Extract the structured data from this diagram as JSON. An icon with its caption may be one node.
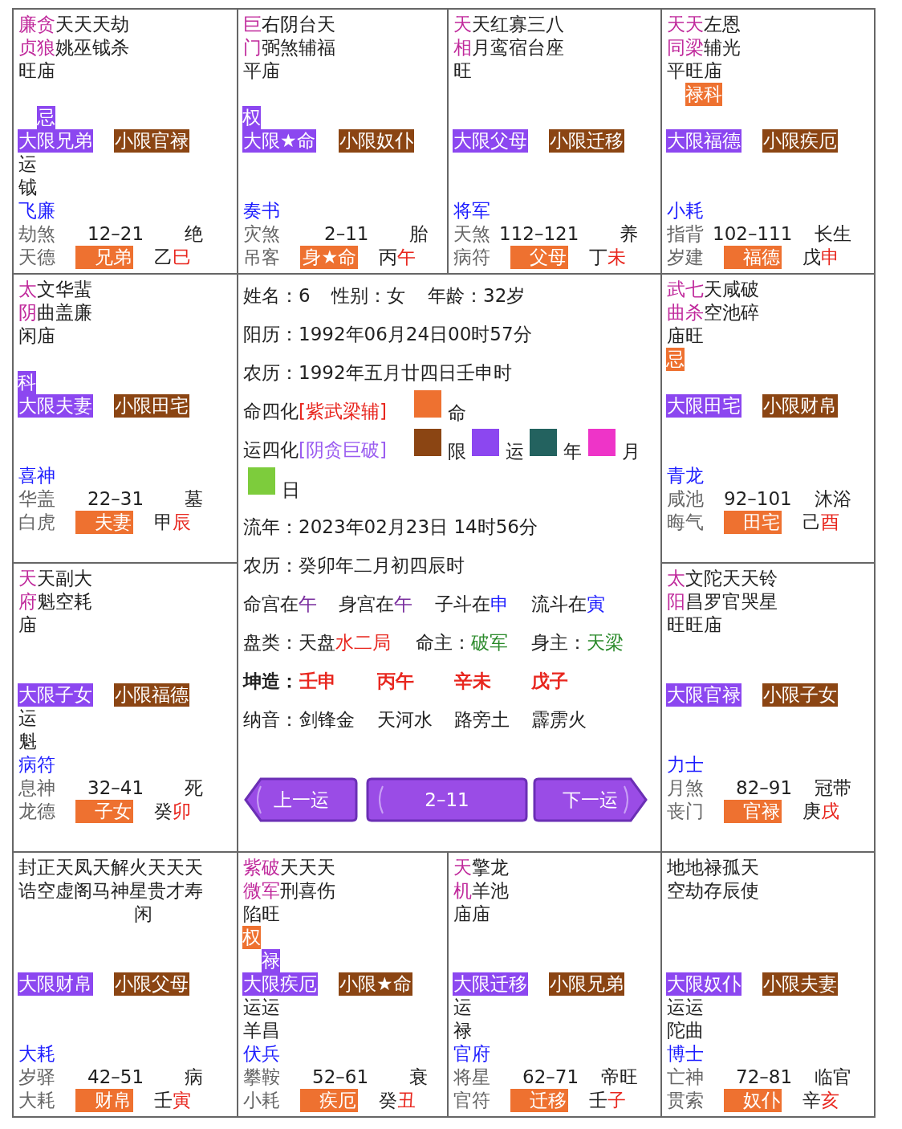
{
  "diagram": {
    "nodes": [
      {
        "text": [
          "廉贪",
          "天天天劫",
          "贞狼",
          "姚巫钺杀",
          "旺庙",
          "运",
          "钺",
          "飞廉",
          "劫煞",
          "12–21",
          "绝",
          "天德",
          "乙",
          "巳"
        ]
      },
      {
        "text": [
          "忌"
        ],
        "in": 0
      },
      {
        "text": [
          "大限兄弟"
        ],
        "in": 0
      },
      {
        "text": [
          "小限官禄"
        ],
        "in": 0
      },
      {
        "text": [
          "兄弟"
        ],
        "in": 0
      },
      {
        "text": [
          "巨",
          "右阴台天",
          "门",
          "弼煞辅福",
          "平庙",
          "奏书",
          "灾煞",
          "2–11",
          "胎",
          "吊客",
          "丙",
          "午"
        ]
      },
      {
        "text": [
          "权"
        ],
        "in": 5
      },
      {
        "text": [
          "大限★命"
        ],
        "in": 5
      },
      {
        "text": [
          "小限奴仆"
        ],
        "in": 5
      },
      {
        "text": [
          "身★命"
        ],
        "in": 5
      },
      {
        "text": [
          "天",
          "天红寡三八",
          "相",
          "月鸾宿台座",
          "旺",
          "将军",
          "天煞",
          "112–121",
          "养",
          "病符",
          "丁",
          "未"
        ]
      },
      {
        "text": [
          "大限父母"
        ],
        "in": 10
      },
      {
        "text": [
          "小限迁移"
        ],
        "in": 10
      },
      {
        "text": [
          "父母"
        ],
        "in": 10
      },
      {
        "text": [
          "天天",
          "左恩",
          "同梁",
          "辅光",
          "平旺庙",
          "小耗",
          "指背",
          "102–111",
          "长生",
          "岁建",
          "戊",
          "申"
        ]
      },
      {
        "text": [
          "禄科"
        ],
        "in": 14
      },
      {
        "text": [
          "大限福德"
        ],
        "in": 14
      },
      {
        "text": [
          "小限疾厄"
        ],
        "in": 14
      },
      {
        "text": [
          "福德"
        ],
        "in": 14
      },
      {
        "text": [
          "太",
          "文华蜚",
          "阴",
          "曲盖廉",
          "闲庙",
          "喜神",
          "华盖",
          "22–31",
          "墓",
          "白虎",
          "甲",
          "辰"
        ]
      },
      {
        "text": [
          "科"
        ],
        "in": 19
      },
      {
        "text": [
          "大限夫妻"
        ],
        "in": 19
      },
      {
        "text": [
          "小限田宅"
        ],
        "in": 19
      },
      {
        "text": [
          "夫妻"
        ],
        "in": 19
      },
      {
        "text": [
          "姓名：6",
          "性别：女",
          "年龄：32岁",
          "阳历：1992年06月24日00时57分",
          "农历：1992年五月廿四日壬申时",
          "命四化",
          "[紫武梁辅]",
          "运四化",
          "[阴贪巨破]",
          "流年：2023年02月23日 14时56分",
          "农历：癸卯年二月初四辰时",
          "命宫在",
          "午",
          "身宫在",
          "午",
          "子斗在",
          "申",
          "流斗在",
          "寅",
          "盘类：天盘",
          "水二局",
          "命主：",
          "破军",
          "身主：",
          "天梁",
          "坤造：",
          "壬申",
          "丙午",
          "辛未",
          "戊子",
          "纳音：",
          "剑锋金",
          "天河水",
          "路旁土",
          "霹雳火"
        ]
      },
      {
        "text": [
          "上一运"
        ],
        "in": 24
      },
      {
        "text": [
          "2–11"
        ],
        "in": 24
      },
      {
        "text": [
          "下一运"
        ],
        "in": 24
      },
      {
        "text": [
          "武七",
          "天咸破",
          "曲杀",
          "空池碎",
          "庙旺",
          "青龙",
          "咸池",
          "92–101",
          "沐浴",
          "晦气",
          "己",
          "酉"
        ]
      },
      {
        "text": [
          "忌"
        ],
        "in": 28
      },
      {
        "text": [
          "大限田宅"
        ],
        "in": 28
      },
      {
        "text": [
          "小限财帛"
        ],
        "in": 28
      },
      {
        "text": [
          "田宅"
        ],
        "in": 28
      },
      {
        "text": [
          "天",
          "天副大",
          "府",
          "魁空耗",
          "庙",
          "运",
          "魁",
          "病符",
          "息神",
          "32–41",
          "死",
          "龙德",
          "癸",
          "卯"
        ]
      },
      {
        "text": [
          "大限子女"
        ],
        "in": 33
      },
      {
        "text": [
          "小限福德"
        ],
        "in": 33
      },
      {
        "text": [
          "子女"
        ],
        "in": 33
      },
      {
        "text": [
          "太",
          "文陀天天铃",
          "阳",
          "昌罗官哭星",
          "旺旺庙",
          "力士",
          "月煞",
          "82–91",
          "冠带",
          "丧门",
          "庚",
          "戌"
        ]
      },
      {
        "text": [
          "大限官禄"
        ],
        "in": 37
      },
      {
        "text": [
          "小限子女"
        ],
        "in": 37
      },
      {
        "text": [
          "官禄"
        ],
        "in": 37
      },
      {
        "text": [
          "封正天凤天解火天天天",
          "诰空虚阁马神星贵才寿",
          "闲",
          "大耗",
          "岁驿",
          "42–51",
          "病",
          "大耗",
          "壬",
          "寅"
        ]
      },
      {
        "text": [
          "大限财帛"
        ],
        "in": 41
      },
      {
        "text": [
          "小限父母"
        ],
        "in": 41
      },
      {
        "text": [
          "财帛"
        ],
        "in": 41
      },
      {
        "text": [
          "紫破",
          "天天天",
          "微军",
          "刑喜伤",
          "陷旺",
          "运运",
          "羊昌",
          "伏兵",
          "攀鞍",
          "52–61",
          "衰",
          "小耗",
          "癸",
          "丑"
        ]
      },
      {
        "text": [
          "权"
        ],
        "in": 45
      },
      {
        "text": [
          "禄"
        ],
        "in": 45
      },
      {
        "text": [
          "大限疾厄"
        ],
        "in": 45
      },
      {
        "text": [
          "小限★命"
        ],
        "in": 45
      },
      {
        "text": [
          "疾厄"
        ],
        "in": 45
      },
      {
        "text": [
          "天",
          "擎龙",
          "机",
          "羊池",
          "庙庙",
          "运",
          "禄",
          "官府",
          "将星",
          "62–71",
          "帝旺",
          "官符",
          "壬",
          "子"
        ]
      },
      {
        "text": [
          "大限迁移"
        ],
        "in": 51
      },
      {
        "text": [
          "小限兄弟"
        ],
        "in": 51
      },
      {
        "text": [
          "迁移"
        ],
        "in": 51
      },
      {
        "text": [
          "地地禄孤天",
          "空劫存辰使",
          "运运",
          "陀曲",
          "博士",
          "亡神",
          "72–81",
          "临官",
          "贯索",
          "辛",
          "亥"
        ]
      },
      {
        "text": [
          "大限奴仆"
        ],
        "in": 55
      },
      {
        "text": [
          "小限夫妻"
        ],
        "in": 55
      },
      {
        "text": [
          "奴仆"
        ],
        "in": 55
      }
    ],
    "legend": [
      {
        "text": "命",
        "color": "#ee7130"
      },
      {
        "text": "限",
        "color": "#8b4513"
      },
      {
        "text": "运",
        "color": "#8c47f0"
      },
      {
        "text": "年",
        "color": "#23625f"
      },
      {
        "text": "月",
        "color": "#ee34c8"
      },
      {
        "text": "日",
        "color": "#7dcc3c"
      }
    ]
  }
}
